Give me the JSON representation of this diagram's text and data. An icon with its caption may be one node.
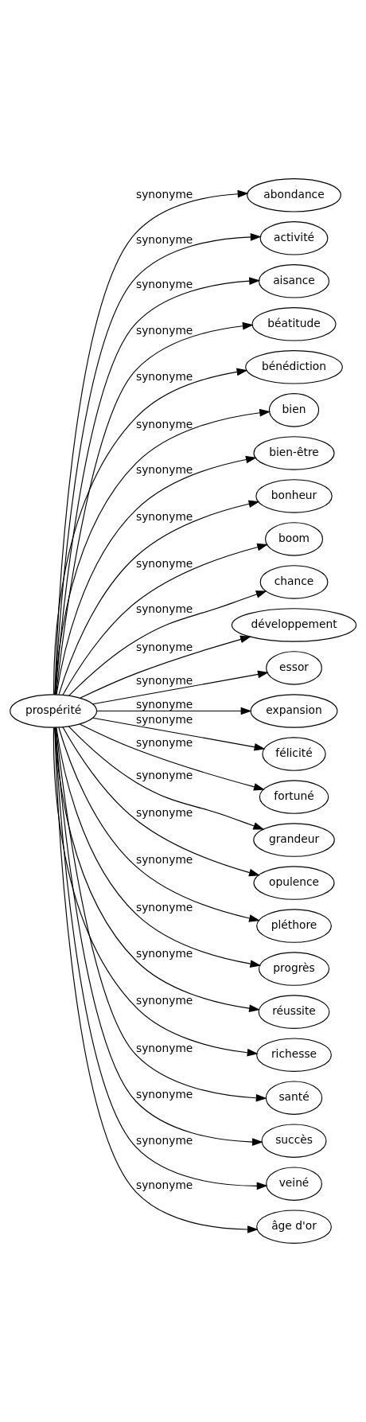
{
  "diagram": {
    "nodes": [
      {
        "text": [
          "prospérité"
        ]
      },
      {
        "text": [
          "abondance"
        ]
      },
      {
        "text": [
          "activité"
        ]
      },
      {
        "text": [
          "aisance"
        ]
      },
      {
        "text": [
          "béatitude"
        ]
      },
      {
        "text": [
          "bénédiction"
        ]
      },
      {
        "text": [
          "bien"
        ]
      },
      {
        "text": [
          "bien-être"
        ]
      },
      {
        "text": [
          "bonheur"
        ]
      },
      {
        "text": [
          "boom"
        ]
      },
      {
        "text": [
          "chance"
        ]
      },
      {
        "text": [
          "développement"
        ]
      },
      {
        "text": [
          "essor"
        ]
      },
      {
        "text": [
          "expansion"
        ]
      },
      {
        "text": [
          "félicité"
        ]
      },
      {
        "text": [
          "fortuné"
        ]
      },
      {
        "text": [
          "grandeur"
        ]
      },
      {
        "text": [
          "opulence"
        ]
      },
      {
        "text": [
          "pléthore"
        ]
      },
      {
        "text": [
          "progrès"
        ]
      },
      {
        "text": [
          "réussite"
        ]
      },
      {
        "text": [
          "richesse"
        ]
      },
      {
        "text": [
          "santé"
        ]
      },
      {
        "text": [
          "succès"
        ]
      },
      {
        "text": [
          "veiné"
        ]
      },
      {
        "text": [
          "âge d'or"
        ]
      }
    ],
    "edges": [
      {
        "from": 0,
        "to": 1,
        "arrow": "to",
        "label": "synonyme"
      },
      {
        "from": 0,
        "to": 2,
        "arrow": "to",
        "label": "synonyme"
      },
      {
        "from": 0,
        "to": 3,
        "arrow": "to",
        "label": "synonyme"
      },
      {
        "from": 0,
        "to": 4,
        "arrow": "to",
        "label": "synonyme"
      },
      {
        "from": 0,
        "to": 5,
        "arrow": "to",
        "label": "synonyme"
      },
      {
        "from": 0,
        "to": 6,
        "arrow": "to",
        "label": "synonyme"
      },
      {
        "from": 0,
        "to": 7,
        "arrow": "to",
        "label": "synonyme"
      },
      {
        "from": 0,
        "to": 8,
        "arrow": "to",
        "label": "synonyme"
      },
      {
        "from": 0,
        "to": 9,
        "arrow": "to",
        "label": "synonyme"
      },
      {
        "from": 0,
        "to": 10,
        "arrow": "to",
        "label": "synonyme"
      },
      {
        "from": 0,
        "to": 11,
        "arrow": "to",
        "label": "synonyme"
      },
      {
        "from": 0,
        "to": 12,
        "arrow": "to",
        "label": "synonyme"
      },
      {
        "from": 0,
        "to": 13,
        "arrow": "to",
        "label": "synonyme"
      },
      {
        "from": 0,
        "to": 14,
        "arrow": "to",
        "label": "synonyme"
      },
      {
        "from": 0,
        "to": 15,
        "arrow": "to",
        "label": "synonyme"
      },
      {
        "from": 0,
        "to": 16,
        "arrow": "to",
        "label": "synonyme"
      },
      {
        "from": 0,
        "to": 17,
        "arrow": "to",
        "label": "synonyme"
      },
      {
        "from": 0,
        "to": 18,
        "arrow": "to",
        "label": "synonyme"
      },
      {
        "from": 0,
        "to": 19,
        "arrow": "to",
        "label": "synonyme"
      },
      {
        "from": 0,
        "to": 20,
        "arrow": "to",
        "label": "synonyme"
      },
      {
        "from": 0,
        "to": 21,
        "arrow": "to",
        "label": "synonyme"
      },
      {
        "from": 0,
        "to": 22,
        "arrow": "to",
        "label": "synonyme"
      },
      {
        "from": 0,
        "to": 23,
        "arrow": "to",
        "label": "synonyme"
      },
      {
        "from": 0,
        "to": 24,
        "arrow": "to",
        "label": "synonyme"
      },
      {
        "from": 0,
        "to": 25,
        "arrow": "to",
        "label": "synonyme"
      }
    ]
  }
}
